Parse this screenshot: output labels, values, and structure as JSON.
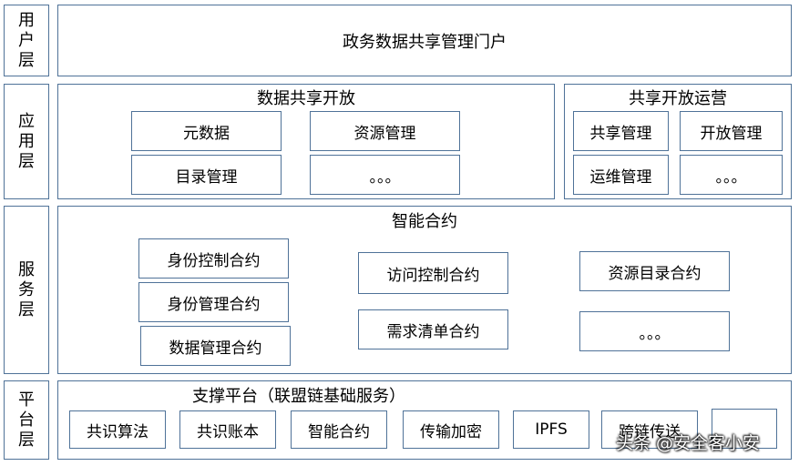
{
  "layers": {
    "user": {
      "label": "用户层",
      "portal": "政务数据共享管理门户"
    },
    "application": {
      "label": "应用层",
      "data_sharing": {
        "title": "数据共享开放",
        "items": [
          "元数据",
          "资源管理",
          "目录管理",
          "。。。"
        ]
      },
      "operations": {
        "title": "共享开放运营",
        "items": [
          "共享管理",
          "开放管理",
          "运维管理",
          "。。。"
        ]
      }
    },
    "service": {
      "label": "服务层",
      "title": "智能合约",
      "items": [
        "身份控制合约",
        "身份管理合约",
        "数据管理合约",
        "访问控制合约",
        "需求清单合约",
        "资源目录合约",
        "。。。"
      ]
    },
    "platform": {
      "label": "平台层",
      "title": "支撑平台（联盟链基础服务）",
      "items": [
        "共识算法",
        "共识账本",
        "智能合约",
        "传输加密",
        "IPFS",
        "跨链传送",
        ""
      ]
    }
  },
  "watermark": "头条 @安全客小安"
}
